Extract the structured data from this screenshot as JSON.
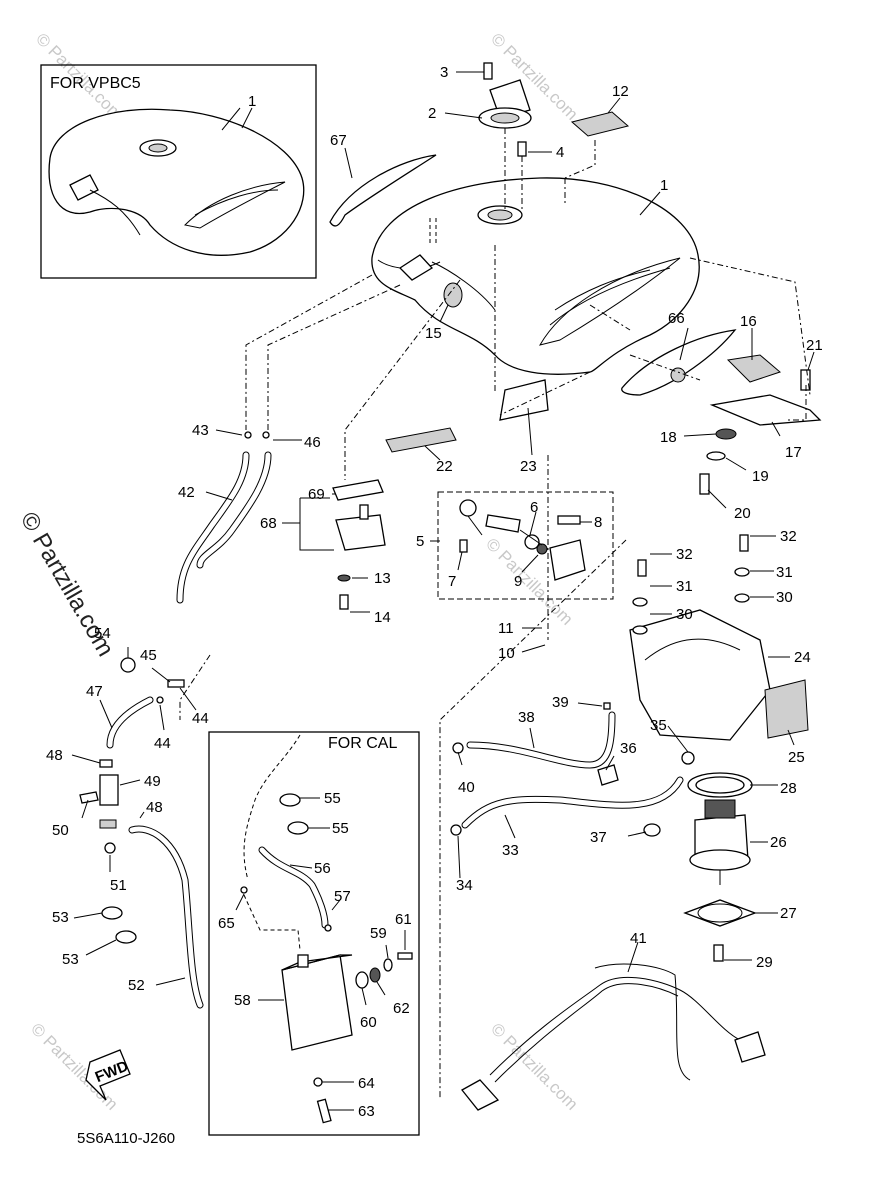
{
  "boxes": {
    "vpbc5": "FOR VPBC5",
    "cal": "FOR CAL"
  },
  "diagram_code": "5S6A110-J260",
  "fwd_label": "FWD",
  "watermark": "© Partzilla.com",
  "callouts": [
    "1",
    "1",
    "2",
    "3",
    "4",
    "5",
    "6",
    "7",
    "8",
    "9",
    "10",
    "11",
    "12",
    "13",
    "14",
    "15",
    "16",
    "17",
    "18",
    "19",
    "20",
    "21",
    "22",
    "23",
    "24",
    "25",
    "26",
    "27",
    "28",
    "29",
    "30",
    "30",
    "31",
    "31",
    "32",
    "32",
    "33",
    "34",
    "35",
    "36",
    "37",
    "38",
    "39",
    "40",
    "41",
    "42",
    "43",
    "44",
    "44",
    "45",
    "46",
    "47",
    "48",
    "48",
    "49",
    "50",
    "51",
    "52",
    "53",
    "53",
    "54",
    "55",
    "55",
    "56",
    "57",
    "58",
    "59",
    "60",
    "61",
    "62",
    "63",
    "64",
    "65",
    "66",
    "67",
    "68",
    "69"
  ]
}
